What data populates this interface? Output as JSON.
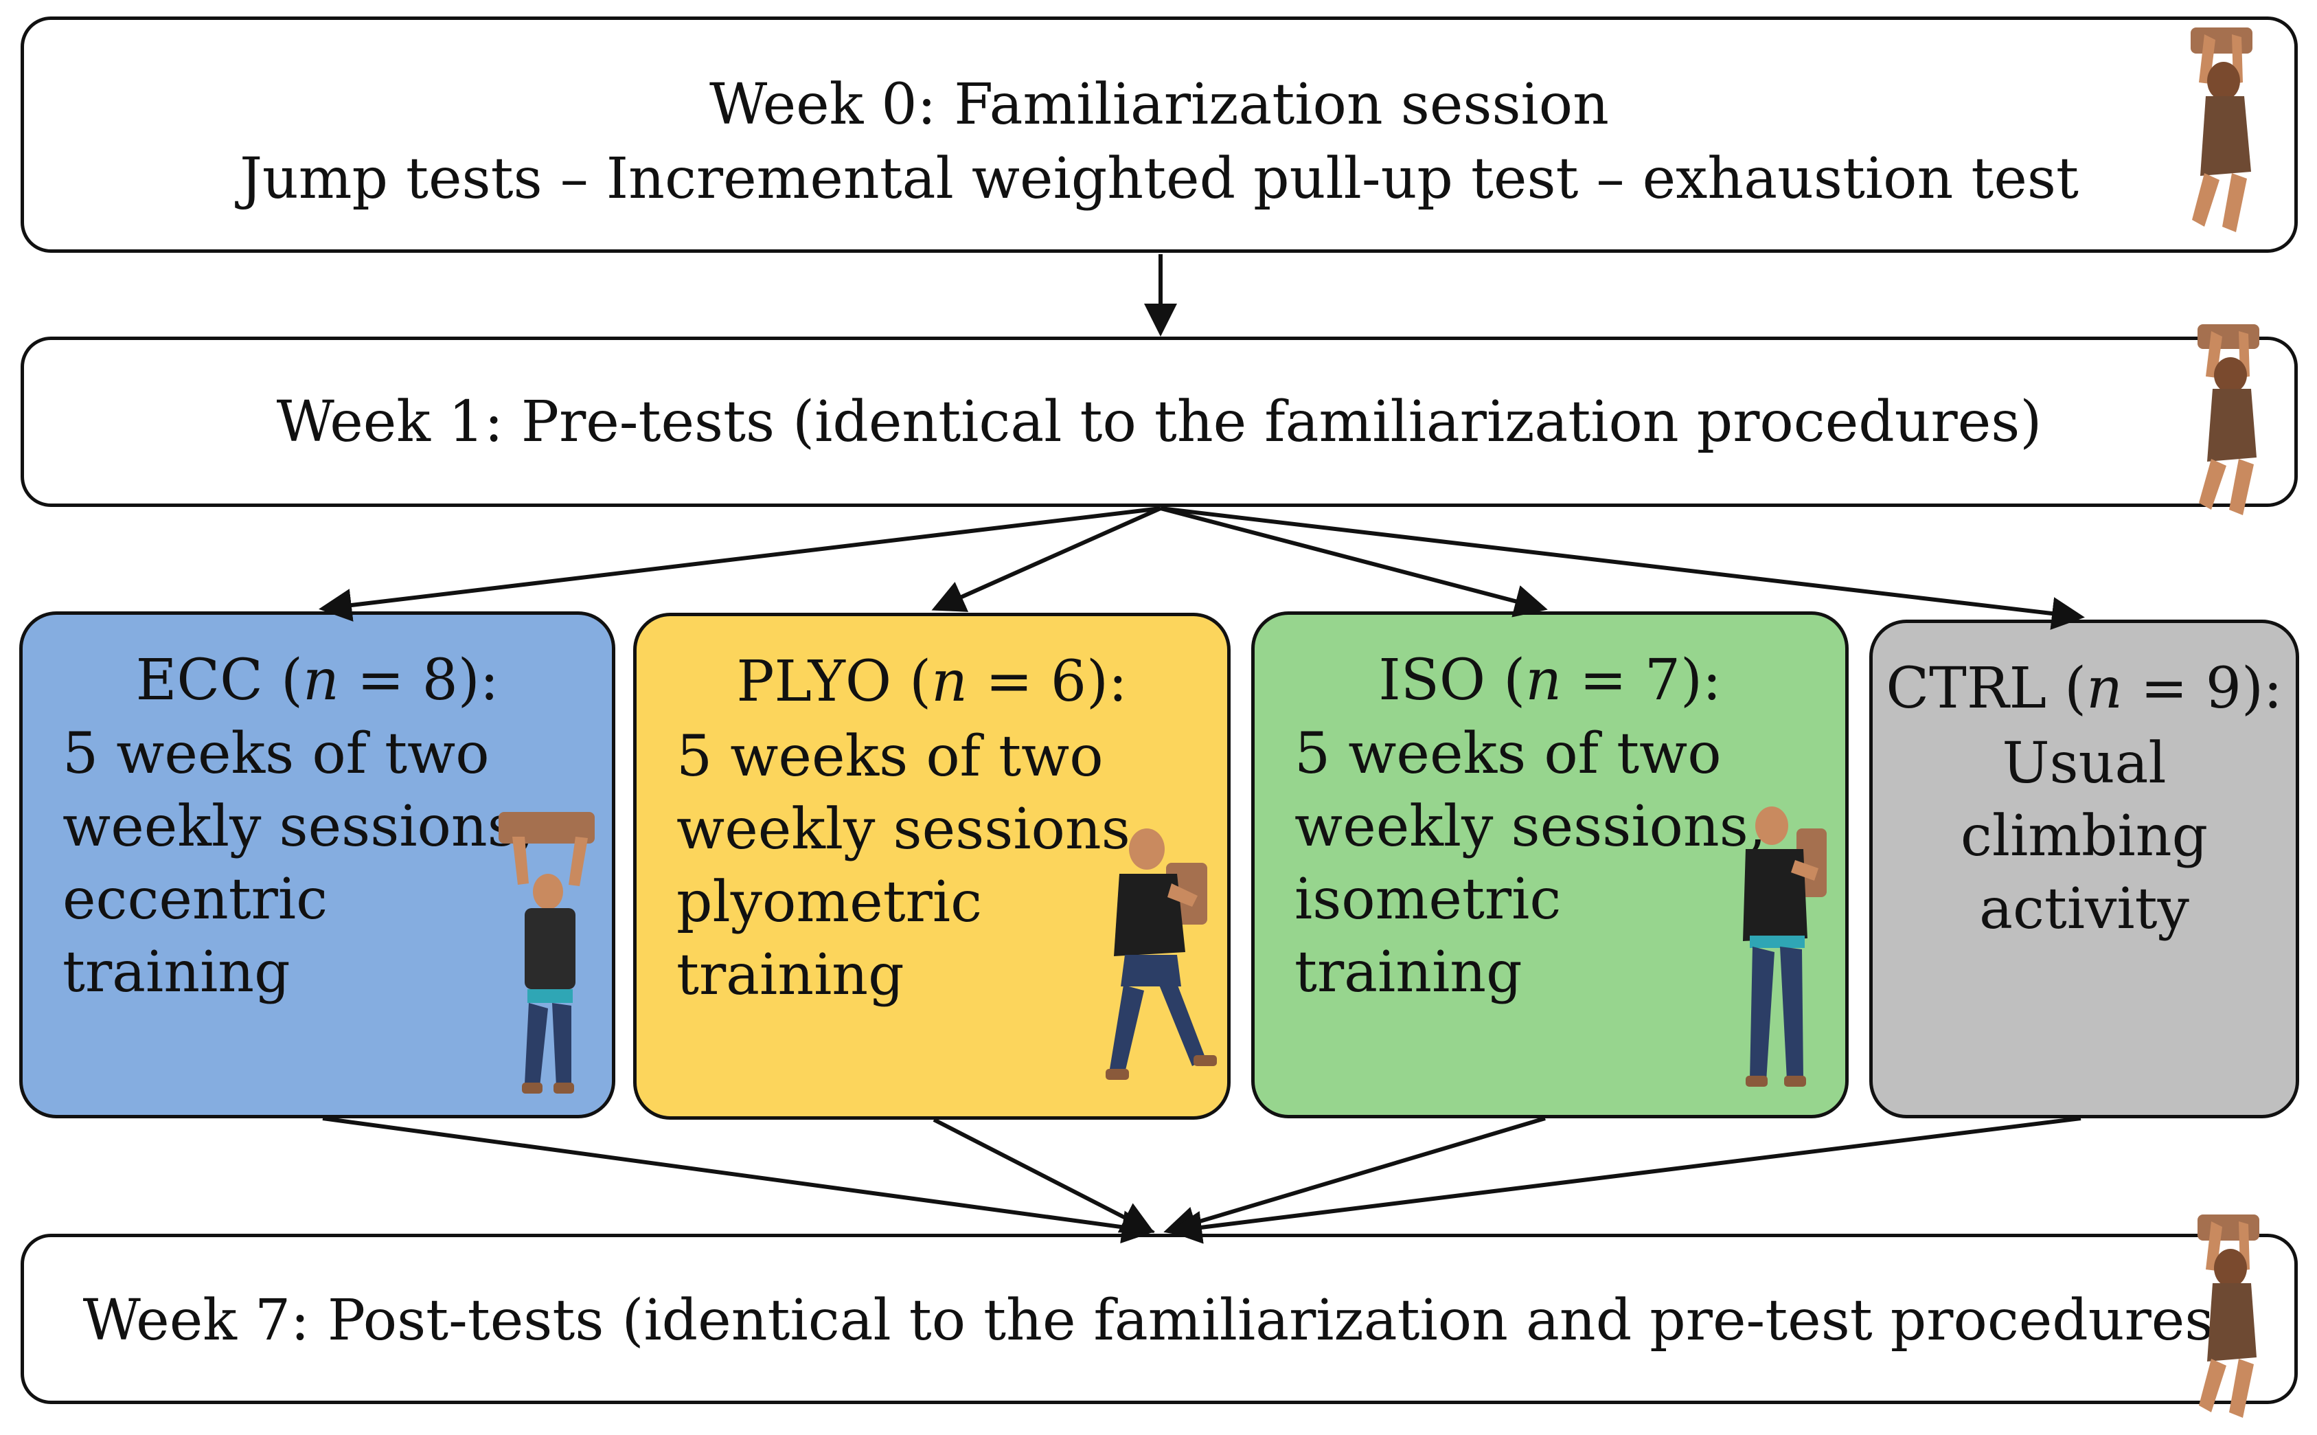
{
  "week0": {
    "line1": "Week 0: Familiarization session",
    "line2": "Jump tests – Incremental weighted pull-up test – exhaustion test"
  },
  "week1": {
    "line1": "Week 1: Pre-tests (identical to the familiarization procedures)"
  },
  "groups": [
    {
      "name": "ECC",
      "n_symbol": "n",
      "n_value": "= 8):",
      "lines": [
        "5 weeks of two",
        "weekly sessions,",
        "eccentric",
        "training"
      ],
      "color": "#85ade0"
    },
    {
      "name": "PLYO",
      "n_symbol": "n",
      "n_value": "= 6):",
      "lines": [
        "5 weeks of two",
        "weekly sessions,",
        "plyometric",
        "training"
      ],
      "color": "#fcd55c"
    },
    {
      "name": "ISO",
      "n_symbol": "n",
      "n_value": "= 7):",
      "lines": [
        "5 weeks of two",
        "weekly sessions,",
        "isometric",
        "training"
      ],
      "color": "#97d58e"
    },
    {
      "name": "CTRL",
      "n_symbol": "n",
      "n_value": "= 9):",
      "lines": [
        "Usual",
        "climbing",
        "activity"
      ],
      "color": "#bfbfbf"
    }
  ],
  "week7": {
    "line1": "Week 7: Post-tests (identical to the familiarization and pre-test procedures)"
  },
  "colors": {
    "border": "#111111",
    "arrow": "#111111",
    "skin": "#c98a5f",
    "board": "#a5704f"
  },
  "icons": [
    "hangboard-climber-icon",
    "weighted-vest-climber-icon",
    "plyometric-climber-icon",
    "isometric-climber-icon"
  ]
}
